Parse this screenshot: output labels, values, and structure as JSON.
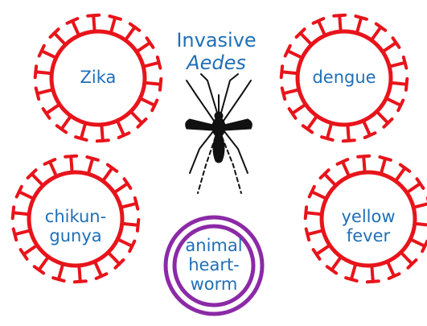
{
  "title": {
    "line1": "Invasive",
    "line2": "Aedes"
  },
  "diseases": [
    {
      "id": "zika",
      "line1": "Zika",
      "line2": ""
    },
    {
      "id": "dengue",
      "line1": "dengue",
      "line2": ""
    },
    {
      "id": "chikungunya",
      "line1": "chikun-",
      "line2": "gunya"
    },
    {
      "id": "yellow-fever",
      "line1": "yellow",
      "line2": "fever"
    },
    {
      "id": "heartworm",
      "line1": "animal",
      "line2": "heart-",
      "line3": "worm"
    }
  ],
  "colors": {
    "virus": "#e8141b",
    "worm_ring": "#8b2aa6",
    "text_blue": "#1f6fb8",
    "mosquito": "#111111"
  },
  "icons": {
    "virus": "virus-icon",
    "worm": "parasite-ring-icon",
    "mosquito": "mosquito-icon"
  }
}
